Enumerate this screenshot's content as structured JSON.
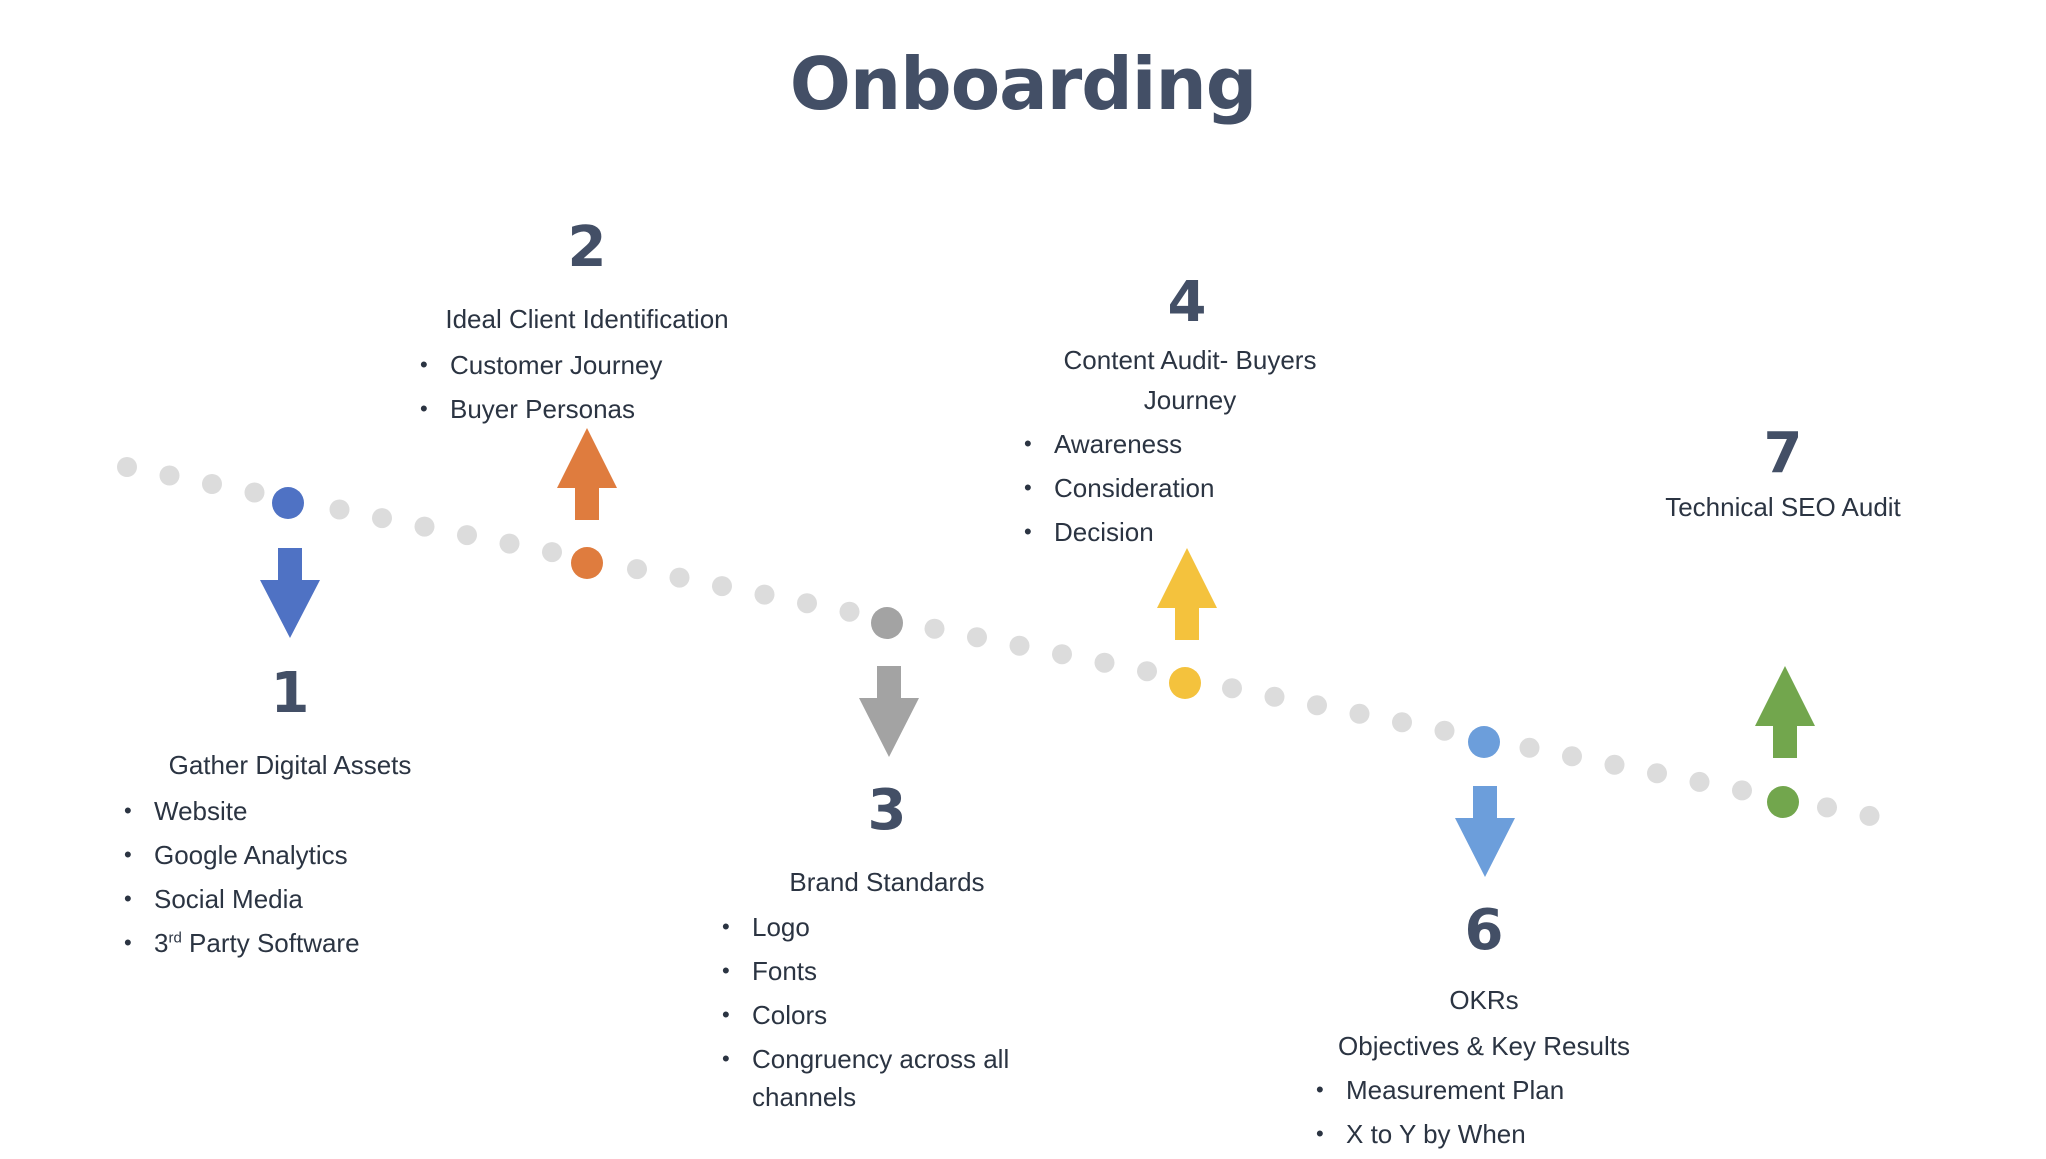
{
  "title": "Onboarding",
  "colors": {
    "step1": "#4f72c4",
    "step2": "#df7c3e",
    "step3": "#a3a3a3",
    "step4": "#f4c23d",
    "step6": "#6c9edb",
    "step7": "#72a64d",
    "dots": "#dcdcdc",
    "text": "#434f66"
  },
  "steps": [
    {
      "number": "1",
      "heading": "Gather Digital Assets",
      "bullets": [
        "Website",
        "Google Analytics",
        "Social Media"
      ],
      "last_bullet": {
        "prefix": "3",
        "sup": "rd",
        "suffix": " Party Software"
      },
      "arrow": "down"
    },
    {
      "number": "2",
      "heading": "Ideal Client Identification",
      "bullets": [
        "Customer Journey",
        "Buyer Personas"
      ],
      "arrow": "up"
    },
    {
      "number": "3",
      "heading": "Brand Standards",
      "bullets": [
        "Logo",
        "Fonts",
        "Colors",
        "Congruency across all channels"
      ],
      "arrow": "down"
    },
    {
      "number": "4",
      "heading_line1": "Content Audit- Buyers",
      "heading_line2": "Journey",
      "bullets": [
        "Awareness",
        "Consideration",
        "Decision"
      ],
      "arrow": "up"
    },
    {
      "number": "6",
      "heading_line1": "OKRs",
      "heading_line2": "Objectives & Key Results",
      "bullets": [
        "Measurement Plan",
        "X to Y by When"
      ],
      "arrow": "down"
    },
    {
      "number": "7",
      "heading": "Technical SEO Audit",
      "arrow": "up"
    }
  ]
}
